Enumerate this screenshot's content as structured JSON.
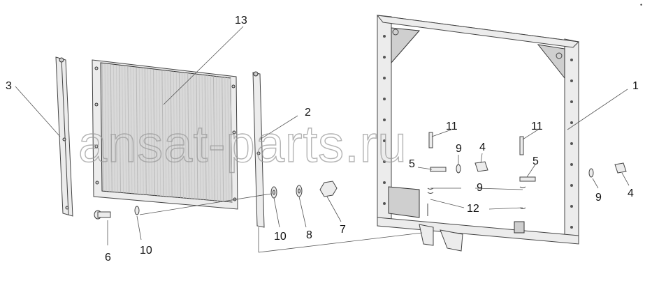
{
  "watermark": "ansat-parts.ru",
  "corner_mark": "•",
  "callouts": {
    "c1": "1",
    "c2": "2",
    "c3": "3",
    "c4a": "4",
    "c4b": "4",
    "c5a": "5",
    "c5b": "5",
    "c6": "6",
    "c7": "7",
    "c8": "8",
    "c9a": "9",
    "c9b": "9",
    "c9c": "9",
    "c10a": "10",
    "c10b": "10",
    "c11a": "11",
    "c11b": "11",
    "c12": "12",
    "c13": "13"
  },
  "colors": {
    "line": "#444444",
    "fill": "#ececec",
    "watermark": "#9a9a9a"
  }
}
